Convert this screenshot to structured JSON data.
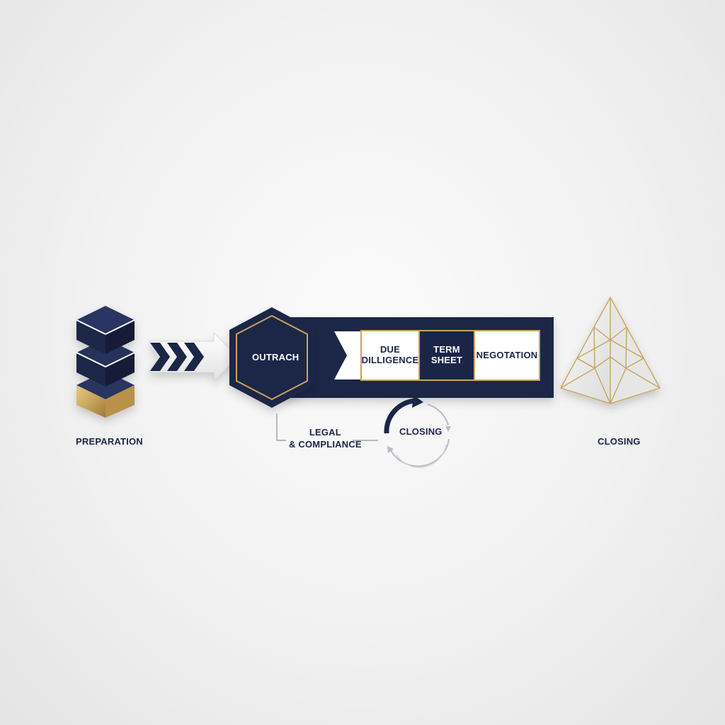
{
  "colors": {
    "navy": "#1b2547",
    "gold": "#c9a45c",
    "white": "#ffffff",
    "background": "#f3f3f3"
  },
  "stages": {
    "preparation": {
      "label": "PREPARATION",
      "icon": "stacked-cubes-icon"
    },
    "outreach": {
      "label": "OUTRACH",
      "icon": "hexagon-icon"
    },
    "due_diligence": {
      "label_line1": "DUE",
      "label_line2": "DILLIGENCE"
    },
    "term_sheet": {
      "label_line1": "TERM",
      "label_line2": "SHEET"
    },
    "negotiation": {
      "label": "NEGOTATION"
    },
    "legal": {
      "label_line1": "LEGAL",
      "label_line2": "& COMPLIANCE"
    },
    "closing_cycle": {
      "label": "CLOSING",
      "icon": "cycle-arrows-icon"
    },
    "closing": {
      "label": "CLOSING",
      "icon": "geodesic-pyramid-icon"
    }
  }
}
